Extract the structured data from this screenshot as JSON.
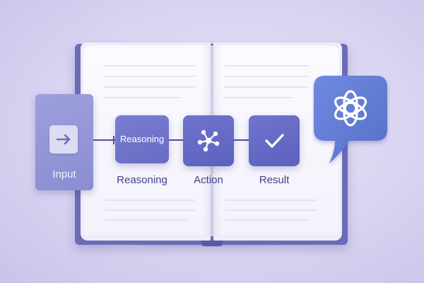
{
  "flow": {
    "input": {
      "label": "Input",
      "icon": "arrow-right-icon"
    },
    "steps": [
      {
        "card_text": "Reasoning",
        "caption": "Reasoning"
      },
      {
        "card_text": "",
        "caption": "Action",
        "icon": "network-nodes-icon"
      },
      {
        "card_text": "",
        "caption": "Result",
        "icon": "checkmark-icon"
      }
    ]
  },
  "bubble": {
    "icon": "openai-logo-icon"
  },
  "colors": {
    "background": "#ddd8f3",
    "book_cover": "#6d6ab8",
    "page": "#f8f7fd",
    "card_dark": "#5c61bf",
    "card_light": "#8a8dd2",
    "caption_text": "#3e4488",
    "bubble": "#5f7ad0"
  }
}
